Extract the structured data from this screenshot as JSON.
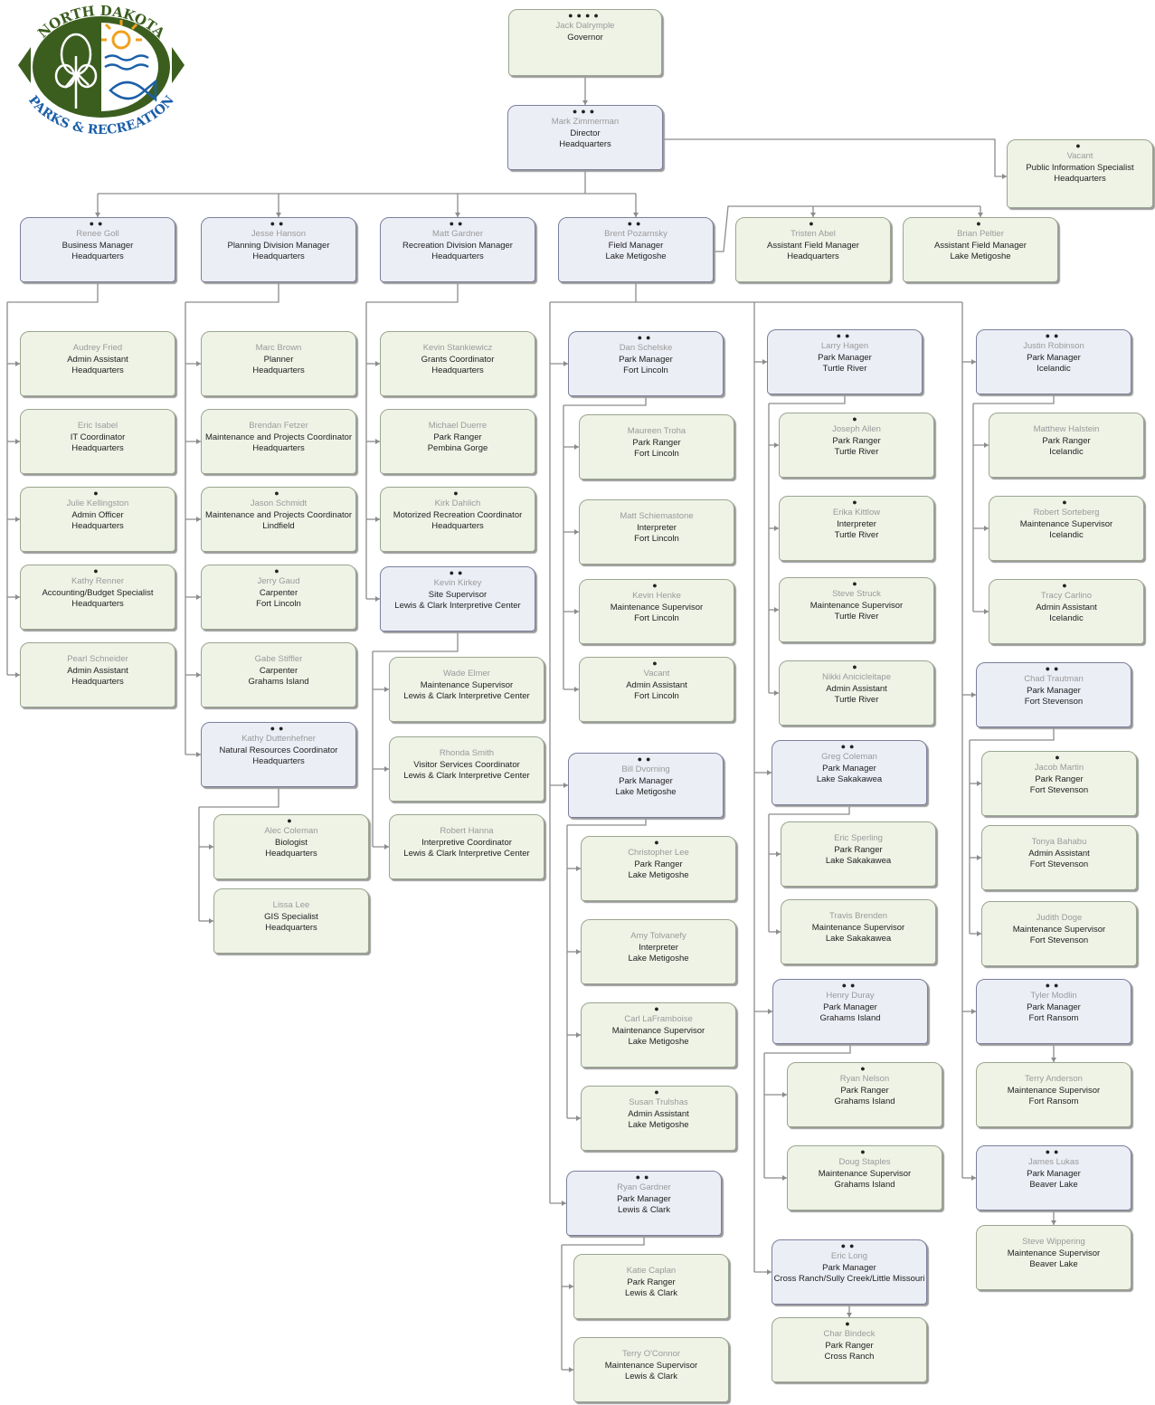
{
  "logo": {
    "top_text": "NORTH DAKOTA",
    "bottom_text": "PARKS & RECREATION",
    "colors": {
      "green": "#3b5e1f",
      "blue": "#1b5fa8",
      "sun": "#f0a020"
    }
  },
  "colors": {
    "staff_bg": "#eef3e6",
    "manager_bg": "#eceef6",
    "line": "#8c8c8c"
  },
  "nodes": [
    {
      "id": "gov",
      "name": "Jack Dalrymple",
      "title": "Governor",
      "location": ""
    },
    {
      "id": "dir",
      "name": "Mark Zimmerman",
      "title": "Director",
      "location": "Headquarters"
    },
    {
      "id": "pio",
      "name": "Vacant",
      "title": "Public Information Specialist",
      "location": "Headquarters"
    },
    {
      "id": "bm",
      "name": "Renee Goll",
      "title": "Business Manager",
      "location": "Headquarters"
    },
    {
      "id": "pdm",
      "name": "Jesse Hanson",
      "title": "Planning Division Manager",
      "location": "Headquarters"
    },
    {
      "id": "rdm",
      "name": "Matt Gardner",
      "title": "Recreation Division Manager",
      "location": "Headquarters"
    },
    {
      "id": "fm",
      "name": "Brent Pozarnsky",
      "title": "Field Manager",
      "location": "Lake Metigoshe"
    },
    {
      "id": "afm1",
      "name": "Tristen Abel",
      "title": "Assistant Field Manager",
      "location": "Headquarters"
    },
    {
      "id": "afm2",
      "name": "Brian Peltier",
      "title": "Assistant Field Manager",
      "location": "Lake Metigoshe"
    },
    {
      "id": "bm1",
      "name": "Audrey Fried",
      "title": "Admin Assistant",
      "location": "Headquarters"
    },
    {
      "id": "bm2",
      "name": "Eric Isabel",
      "title": "IT Coordinator",
      "location": "Headquarters"
    },
    {
      "id": "bm3",
      "name": "Julie Kellingston",
      "title": "Admin Officer",
      "location": "Headquarters"
    },
    {
      "id": "bm4",
      "name": "Kathy Renner",
      "title": "Accounting/Budget Specialist",
      "location": "Headquarters"
    },
    {
      "id": "bm5",
      "name": "Pearl Schneider",
      "title": "Admin Assistant",
      "location": "Headquarters"
    },
    {
      "id": "pd1",
      "name": "Marc Brown",
      "title": "Planner",
      "location": "Headquarters"
    },
    {
      "id": "pd2",
      "name": "Brendan Fetzer",
      "title": "Maintenance and Projects Coordinator",
      "location": "Headquarters"
    },
    {
      "id": "pd3",
      "name": "Jason Schmidt",
      "title": "Maintenance and Projects Coordinator",
      "location": "Lindfield"
    },
    {
      "id": "pd4",
      "name": "Jerry Gaud",
      "title": "Carpenter",
      "location": "Fort Lincoln"
    },
    {
      "id": "pd5",
      "name": "Gabe Stiffler",
      "title": "Carpenter",
      "location": "Grahams Island"
    },
    {
      "id": "pd6",
      "name": "Kathy Duttenhefner",
      "title": "Natural Resources Coordinator",
      "location": "Headquarters"
    },
    {
      "id": "nr1",
      "name": "Alec Coleman",
      "title": "Biologist",
      "location": "Headquarters"
    },
    {
      "id": "nr2",
      "name": "Lissa Lee",
      "title": "GIS Specialist",
      "location": "Headquarters"
    },
    {
      "id": "rd1",
      "name": "Kevin Stankiewicz",
      "title": "Grants Coordinator",
      "location": "Headquarters"
    },
    {
      "id": "rd2",
      "name": "Michael Duerre",
      "title": "Park Ranger",
      "location": "Pembina Gorge"
    },
    {
      "id": "rd3",
      "name": "Kirk Dahlich",
      "title": "Motorized Recreation Coordinator",
      "location": "Headquarters"
    },
    {
      "id": "rd4",
      "name": "Kevin Kirkey",
      "title": "Site Supervisor",
      "location": "Lewis & Clark Interpretive Center"
    },
    {
      "id": "lc1",
      "name": "Wade Elmer",
      "title": "Maintenance Supervisor",
      "location": "Lewis & Clark Interpretive Center"
    },
    {
      "id": "lc2",
      "name": "Rhonda Smith",
      "title": "Visitor Services Coordinator",
      "location": "Lewis & Clark Interpretive Center"
    },
    {
      "id": "lc3",
      "name": "Robert Hanna",
      "title": "Interpretive Coordinator",
      "location": "Lewis & Clark Interpretive Center"
    },
    {
      "id": "fl",
      "name": "Dan Schelske",
      "title": "Park Manager",
      "location": "Fort Lincoln"
    },
    {
      "id": "fl1",
      "name": "Maureen Troha",
      "title": "Park Ranger",
      "location": "Fort Lincoln"
    },
    {
      "id": "fl2",
      "name": "Matt Schiemastone",
      "title": "Interpreter",
      "location": "Fort Lincoln"
    },
    {
      "id": "fl3",
      "name": "Kevin Henke",
      "title": "Maintenance Supervisor",
      "location": "Fort Lincoln"
    },
    {
      "id": "fl4",
      "name": "Vacant",
      "title": "Admin Assistant",
      "location": "Fort Lincoln"
    },
    {
      "id": "lm",
      "name": "Bill Dvorning",
      "title": "Park Manager",
      "location": "Lake Metigoshe"
    },
    {
      "id": "lm1",
      "name": "Christopher Lee",
      "title": "Park Ranger",
      "location": "Lake Metigoshe"
    },
    {
      "id": "lm2",
      "name": "Amy Tolvanefy",
      "title": "Interpreter",
      "location": "Lake Metigoshe"
    },
    {
      "id": "lm3",
      "name": "Carl LaFramboise",
      "title": "Maintenance Supervisor",
      "location": "Lake Metigoshe"
    },
    {
      "id": "lm4",
      "name": "Susan Trulshas",
      "title": "Admin Assistant",
      "location": "Lake Metigoshe"
    },
    {
      "id": "lw",
      "name": "Ryan Gardner",
      "title": "Park Manager",
      "location": "Lewis & Clark"
    },
    {
      "id": "lw1",
      "name": "Katie Caplan",
      "title": "Park Ranger",
      "location": "Lewis & Clark"
    },
    {
      "id": "lw2",
      "name": "Terry O'Connor",
      "title": "Maintenance Supervisor",
      "location": "Lewis & Clark"
    },
    {
      "id": "tr",
      "name": "Larry Hagen",
      "title": "Park Manager",
      "location": "Turtle River"
    },
    {
      "id": "tr1",
      "name": "Joseph Allen",
      "title": "Park Ranger",
      "location": "Turtle River"
    },
    {
      "id": "tr2",
      "name": "Erika Kittlow",
      "title": "Interpreter",
      "location": "Turtle River"
    },
    {
      "id": "tr3",
      "name": "Steve Struck",
      "title": "Maintenance Supervisor",
      "location": "Turtle River"
    },
    {
      "id": "tr4",
      "name": "Nikki Anicicleitape",
      "title": "Admin Assistant",
      "location": "Turtle River"
    },
    {
      "id": "ls",
      "name": "Greg Coleman",
      "title": "Park Manager",
      "location": "Lake Sakakawea"
    },
    {
      "id": "ls1",
      "name": "Eric Sperling",
      "title": "Park Ranger",
      "location": "Lake Sakakawea"
    },
    {
      "id": "ls2",
      "name": "Travis Brenden",
      "title": "Maintenance Supervisor",
      "location": "Lake Sakakawea"
    },
    {
      "id": "gi",
      "name": "Henry Duray",
      "title": "Park Manager",
      "location": "Grahams Island"
    },
    {
      "id": "gi1",
      "name": "Ryan Nelson",
      "title": "Park Ranger",
      "location": "Grahams Island"
    },
    {
      "id": "gi2",
      "name": "Doug Staples",
      "title": "Maintenance Supervisor",
      "location": "Grahams Island"
    },
    {
      "id": "cr",
      "name": "Eric Long",
      "title": "Park Manager",
      "location": "Cross Ranch/Sully Creek/Little Missouri"
    },
    {
      "id": "cr1",
      "name": "Char Bindeck",
      "title": "Park Ranger",
      "location": "Cross Ranch"
    },
    {
      "id": "ic",
      "name": "Justin Robinson",
      "title": "Park Manager",
      "location": "Icelandic"
    },
    {
      "id": "ic1",
      "name": "Matthew Halstein",
      "title": "Park Ranger",
      "location": "Icelandic"
    },
    {
      "id": "ic2",
      "name": "Robert Sorteberg",
      "title": "Maintenance Supervisor",
      "location": "Icelandic"
    },
    {
      "id": "ic3",
      "name": "Tracy Carlino",
      "title": "Admin Assistant",
      "location": "Icelandic"
    },
    {
      "id": "fs",
      "name": "Chad Trautman",
      "title": "Park Manager",
      "location": "Fort Stevenson"
    },
    {
      "id": "fs1",
      "name": "Jacob Martin",
      "title": "Park Ranger",
      "location": "Fort Stevenson"
    },
    {
      "id": "fs2",
      "name": "Tonya Bahabu",
      "title": "Admin Assistant",
      "location": "Fort Stevenson"
    },
    {
      "id": "fs3",
      "name": "Judith Doge",
      "title": "Maintenance Supervisor",
      "location": "Fort Stevenson"
    },
    {
      "id": "fr",
      "name": "Tyler Modlin",
      "title": "Park Manager",
      "location": "Fort Ransom"
    },
    {
      "id": "fr1",
      "name": "Terry Anderson",
      "title": "Maintenance Supervisor",
      "location": "Fort Ransom"
    },
    {
      "id": "bl",
      "name": "James Lukas",
      "title": "Park Manager",
      "location": "Beaver Lake"
    },
    {
      "id": "bl1",
      "name": "Steve Wippering",
      "title": "Maintenance Supervisor",
      "location": "Beaver Lake"
    }
  ]
}
